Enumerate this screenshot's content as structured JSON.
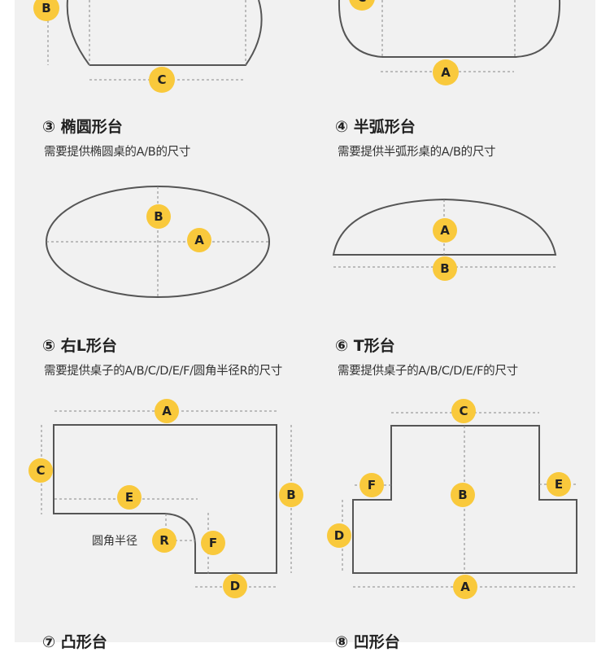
{
  "colors": {
    "badge": "#f9c93c",
    "panel": "#f1f1f1",
    "line": "#555555"
  },
  "sections": [
    {
      "num": "③",
      "title": "椭圆形台",
      "desc": "需要提供椭圆桌的A/B的尺寸"
    },
    {
      "num": "④",
      "title": "半弧形台",
      "desc": "需要提供半弧形桌的A/B的尺寸"
    },
    {
      "num": "⑤",
      "title": "右L形台",
      "desc": "需要提供桌子的A/B/C/D/E/F/圆角半径R的尺寸",
      "radius_label": "圆角半径"
    },
    {
      "num": "⑥",
      "title": "T形台",
      "desc": "需要提供桌子的A/B/C/D/E/F的尺寸"
    },
    {
      "num": "⑦",
      "title": "凸形台"
    },
    {
      "num": "⑧",
      "title": "凹形台"
    }
  ],
  "labels": {
    "A": "A",
    "B": "B",
    "C": "C",
    "D": "D",
    "E": "E",
    "F": "F",
    "R": "R"
  }
}
